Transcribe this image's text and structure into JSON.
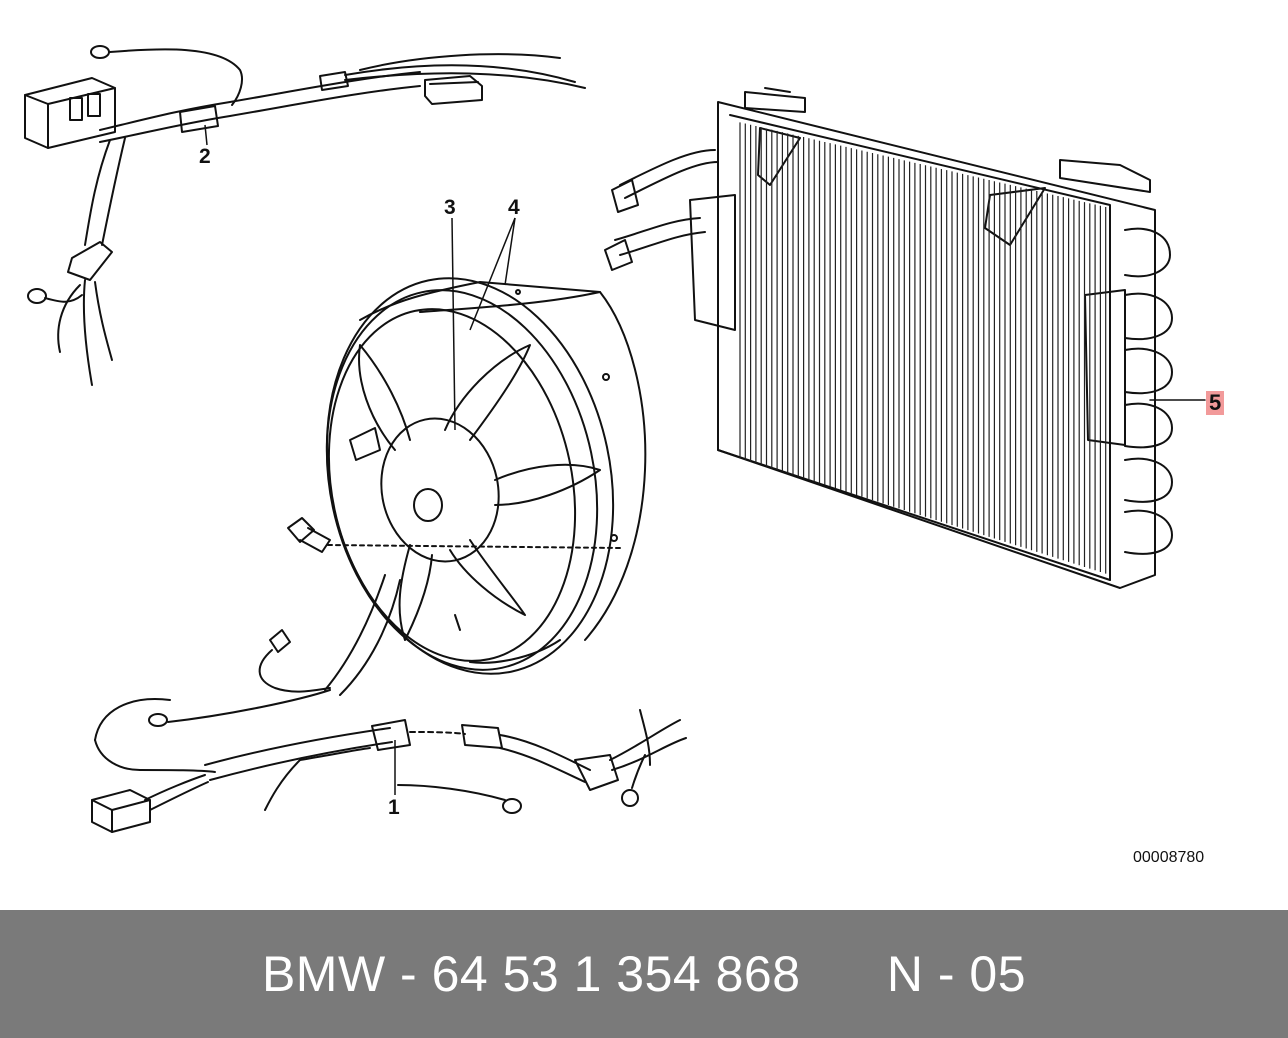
{
  "callouts": [
    {
      "id": "1",
      "label": "1",
      "highlighted": false
    },
    {
      "id": "2",
      "label": "2",
      "highlighted": false
    },
    {
      "id": "3",
      "label": "3",
      "highlighted": false
    },
    {
      "id": "4",
      "label": "4",
      "highlighted": false
    },
    {
      "id": "5",
      "label": "5",
      "highlighted": true
    }
  ],
  "image_code": "00008780",
  "footer": {
    "part_number": "BMW - 64 53 1 354 868",
    "position_ref": "N - 05"
  },
  "colors": {
    "highlight": "#f29a9a",
    "footer_bg": "#7a7a7a",
    "footer_text": "#ffffff"
  }
}
